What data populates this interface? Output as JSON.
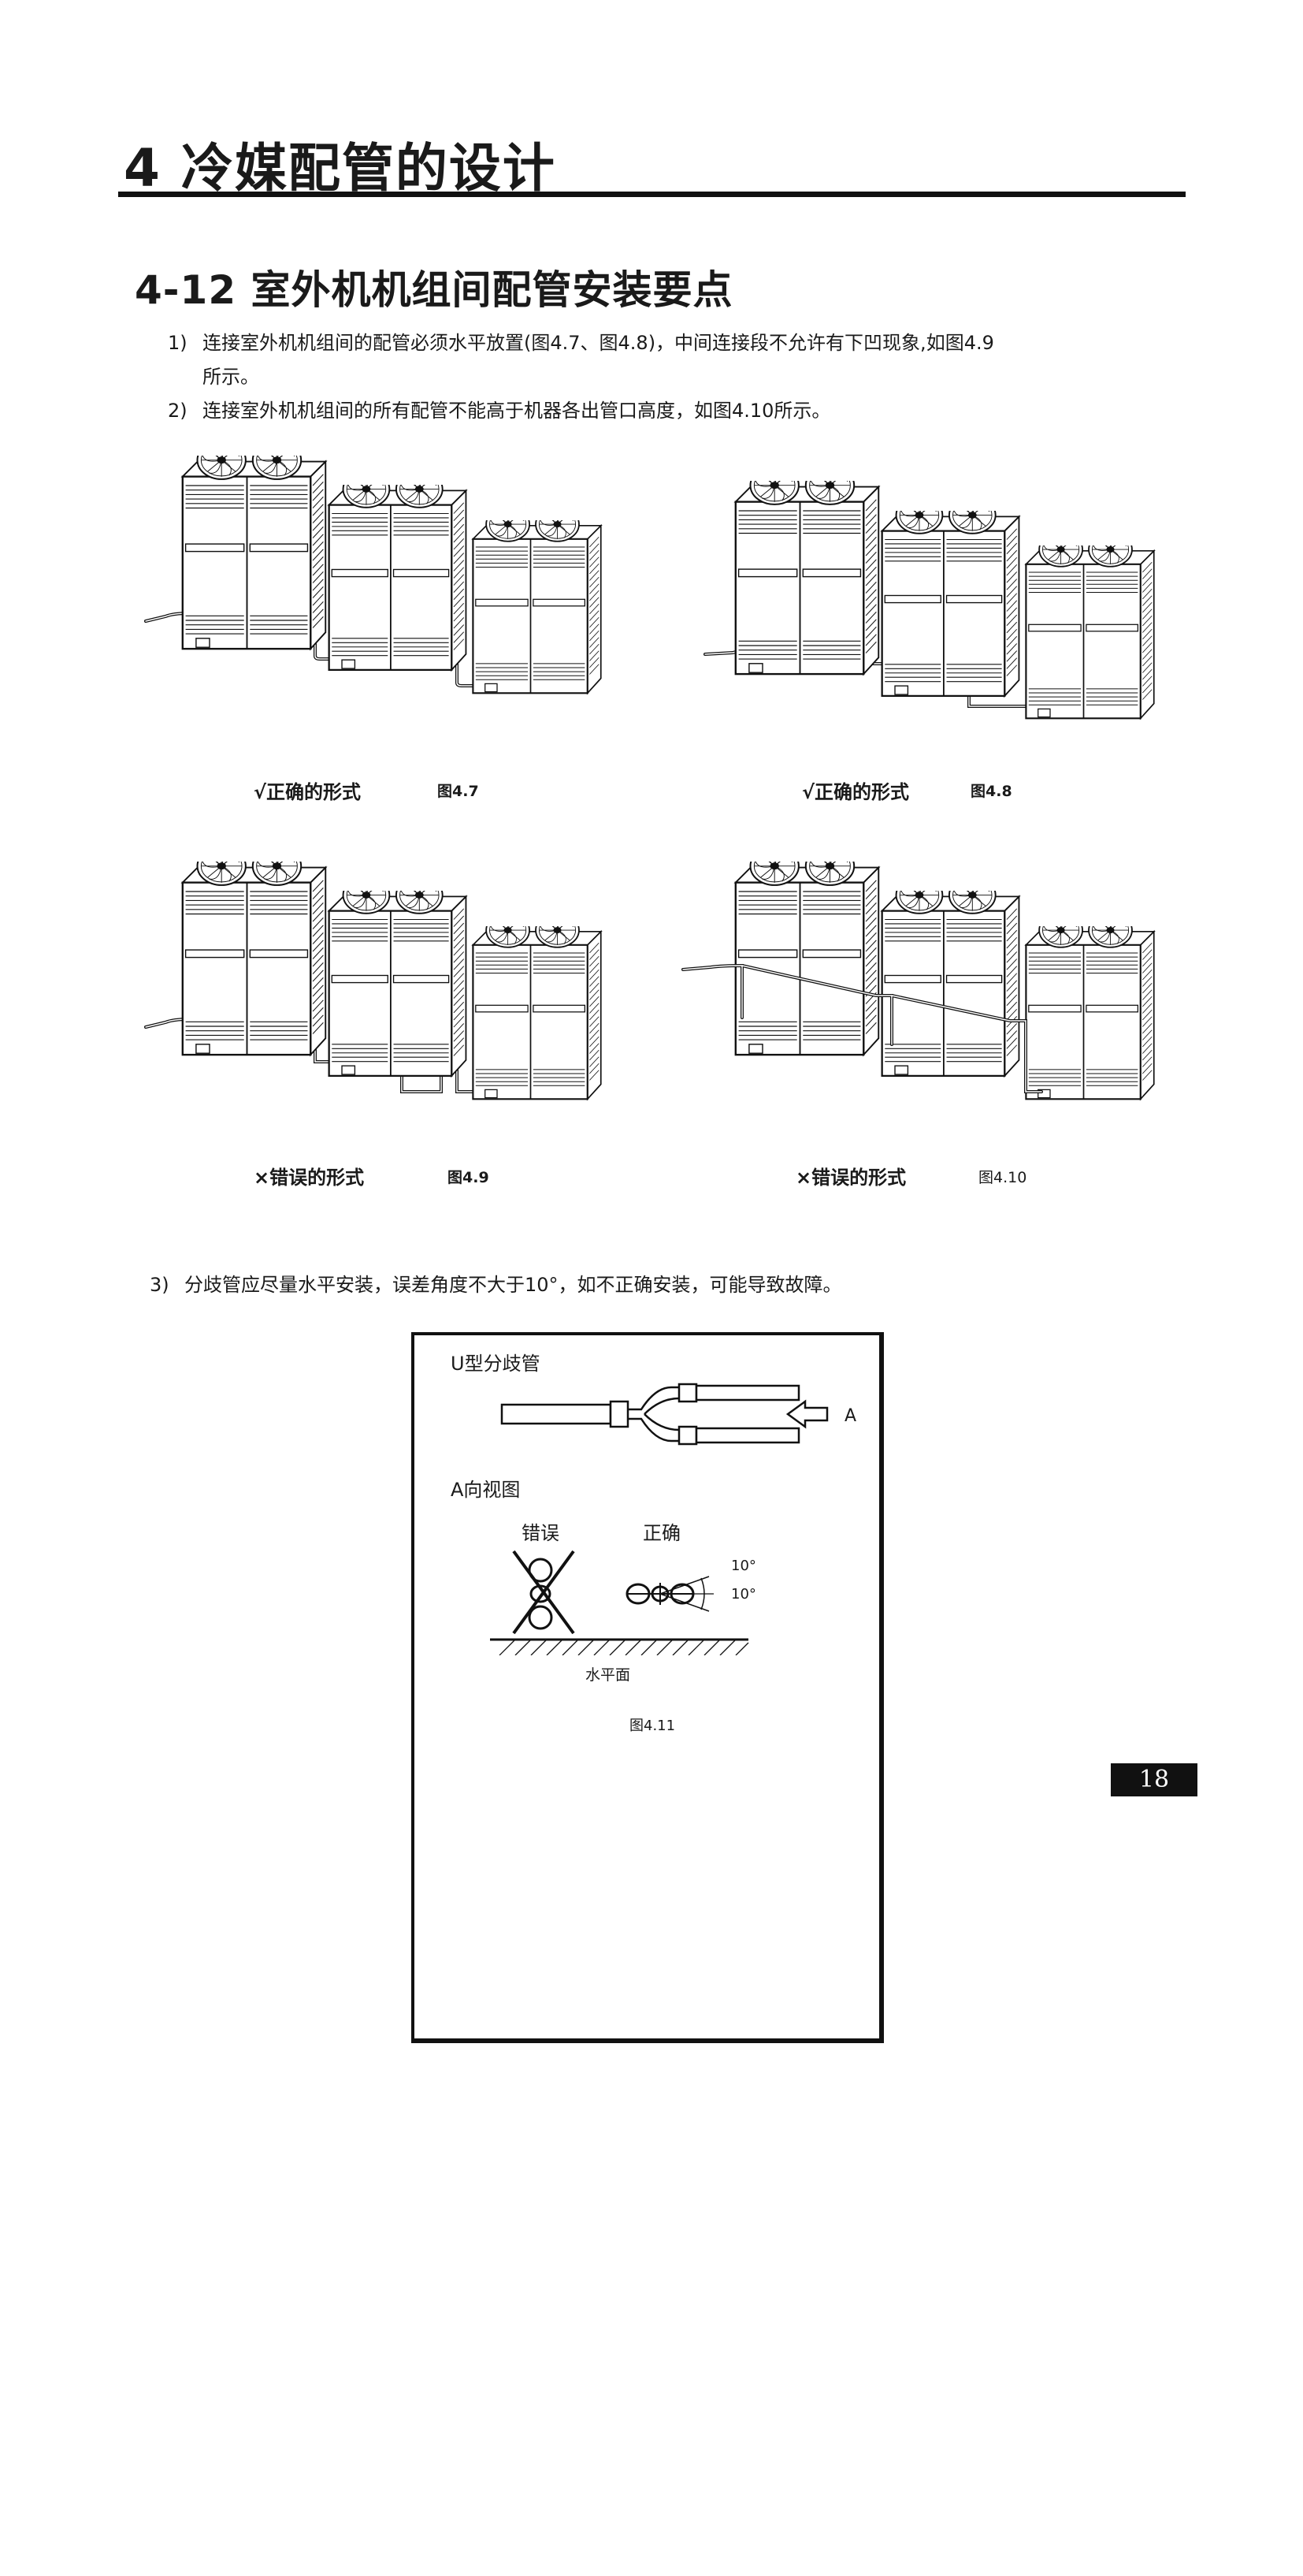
{
  "header": {
    "chapter_title": "4 冷媒配管的设计",
    "section_title": "4-12 室外机机组间配管安装要点"
  },
  "instructions": [
    {
      "num": "1)",
      "line1": "连接室外机机组间的配管必须水平放置(图4.7、图4.8)，中间连接段不允许有下凹现象,如图4.9",
      "line2": "所示。"
    },
    {
      "num": "2)",
      "line1": "连接室外机机组间的所有配管不能高于机器各出管口高度，如图4.10所示。"
    },
    {
      "num": "3)",
      "line1": "分歧管应尽量水平安装，误差角度不大于10°，如不正确安装，可能导致故障。"
    }
  ],
  "figures": [
    {
      "mark": "√",
      "caption": "正确的形式",
      "label": "图4.7"
    },
    {
      "mark": "√",
      "caption": "正确的形式",
      "label": "图4.8"
    },
    {
      "mark": "×",
      "caption": "错误的形式",
      "label": "图4.9"
    },
    {
      "mark": "×",
      "caption": "错误的形式",
      "label": "图4.10"
    }
  ],
  "branch_figure": {
    "title": "U型分歧管",
    "arrow_label": "A",
    "view_label": "A向视图",
    "wrong_label": "错误",
    "right_label": "正确",
    "angle_upper": "10°",
    "angle_lower": "10°",
    "ground_label": "水平面",
    "label": "图4.11"
  },
  "page_number": "18"
}
